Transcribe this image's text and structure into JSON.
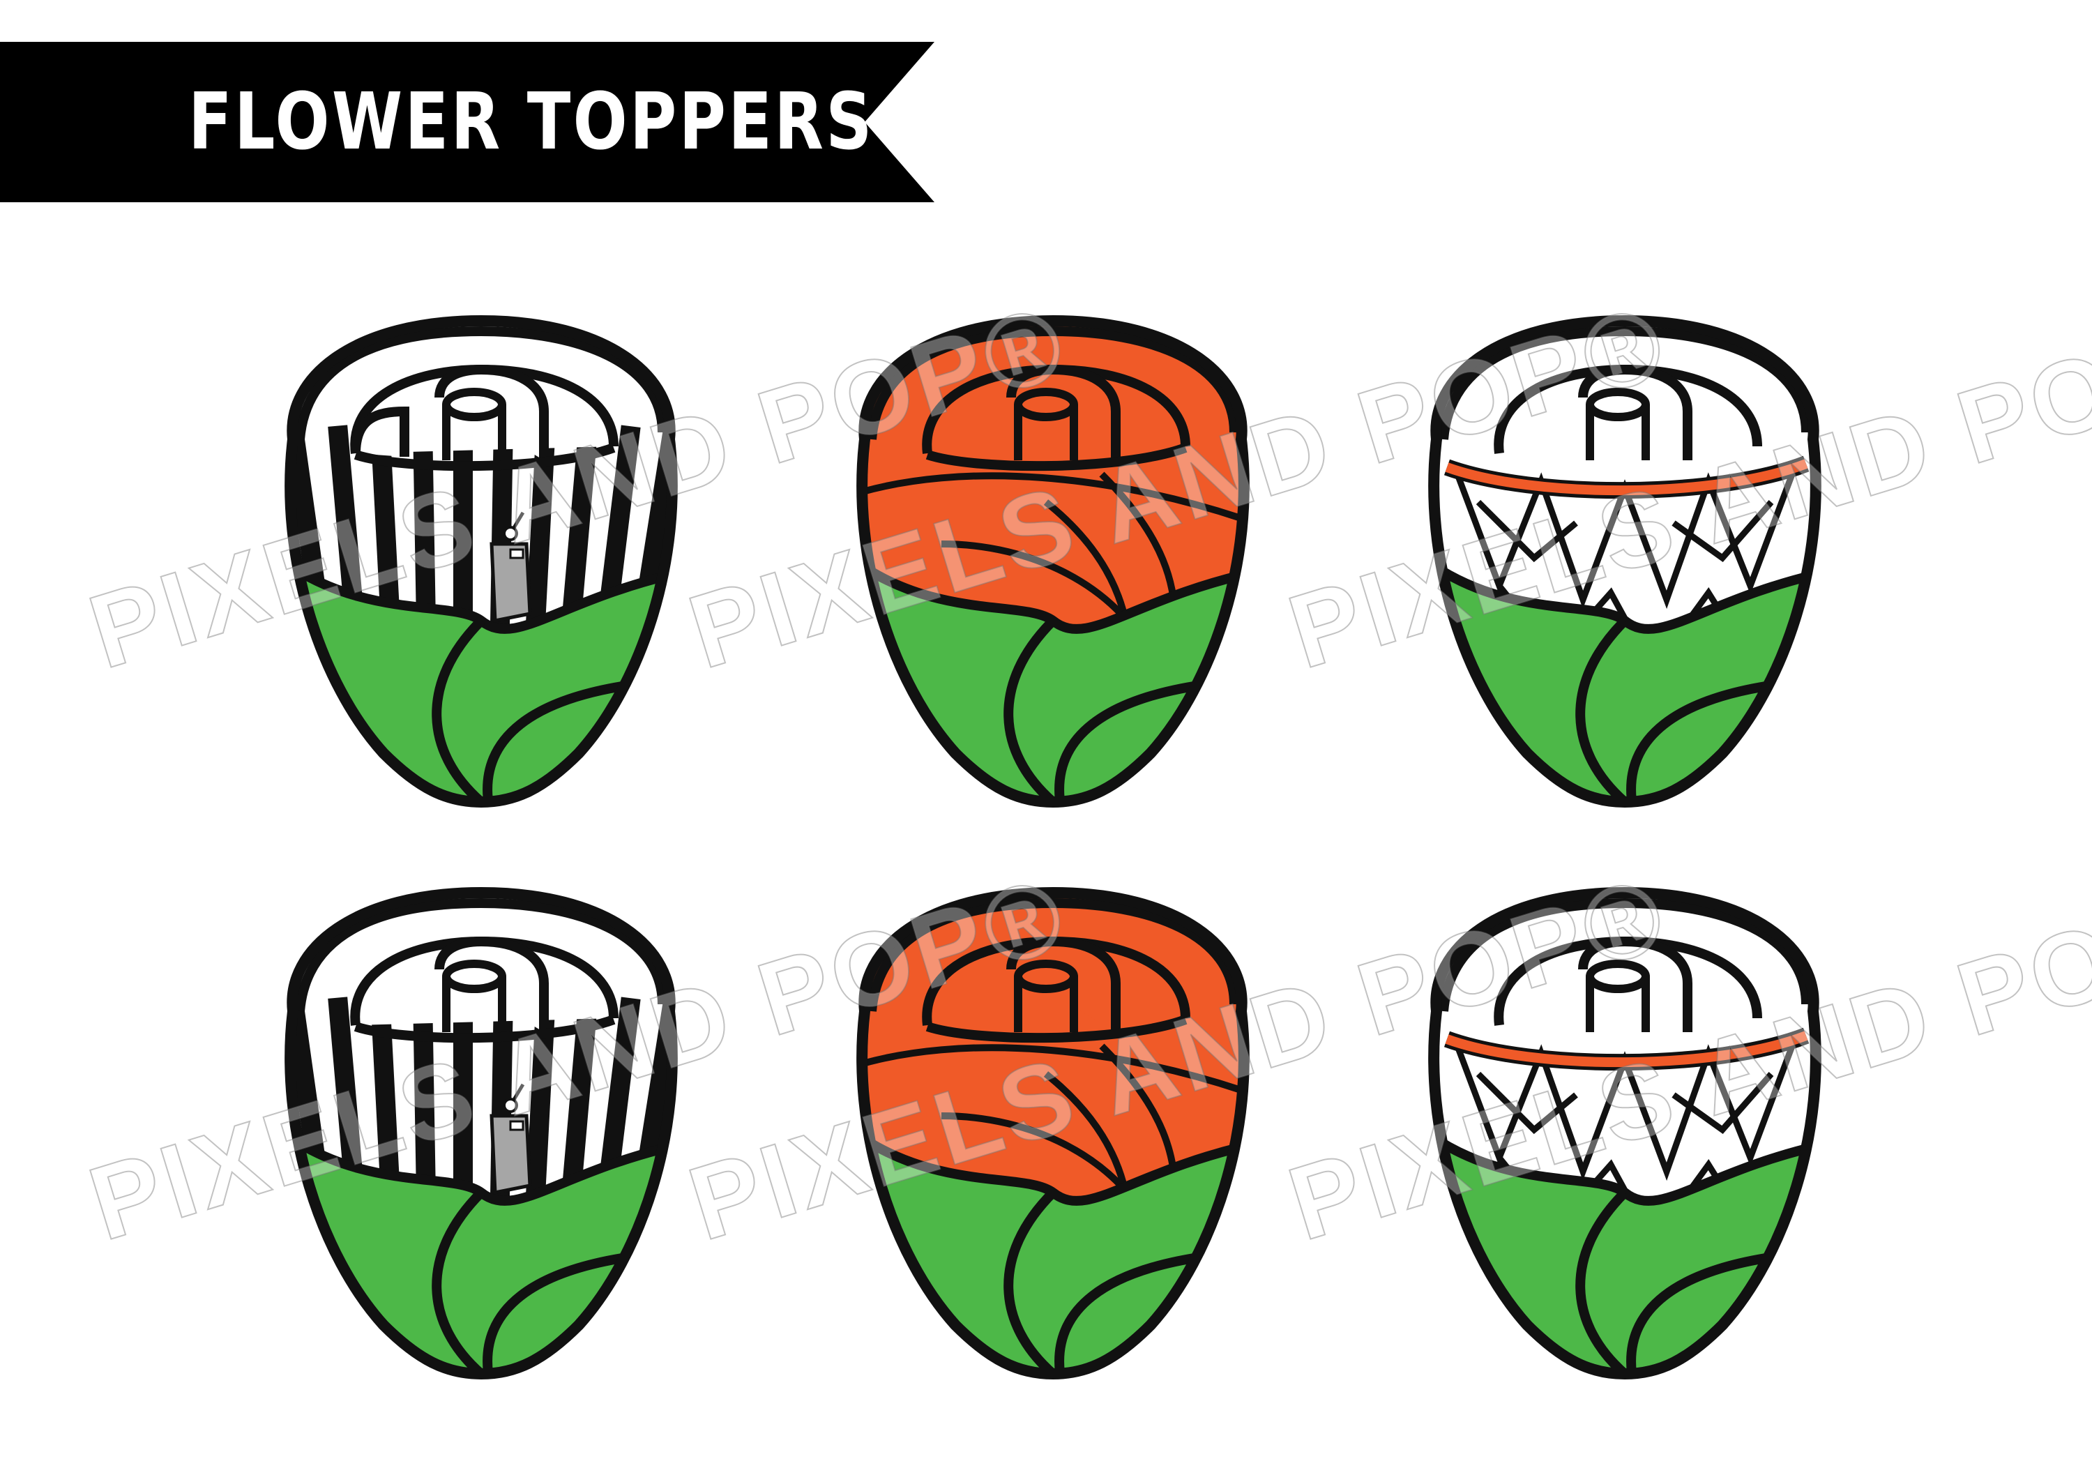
{
  "banner": {
    "title": "FLOWER TOPPERS"
  },
  "watermark": {
    "text": "PIXELS AND POP®"
  },
  "colors": {
    "outline": "#111111",
    "leaf_green": "#4db848",
    "ball_orange": "#f05a28",
    "rim_orange": "#f05a28",
    "whistle_gray": "#a6a6a6",
    "banner_black": "#000000",
    "background": "#ffffff"
  },
  "toppers": [
    {
      "design": "referee-stripes",
      "icon": "whistle-icon"
    },
    {
      "design": "basketball",
      "icon": "basketball-icon"
    },
    {
      "design": "basketball-net",
      "icon": "hoop-net-icon"
    },
    {
      "design": "referee-stripes",
      "icon": "whistle-icon"
    },
    {
      "design": "basketball",
      "icon": "basketball-icon"
    },
    {
      "design": "basketball-net",
      "icon": "hoop-net-icon"
    }
  ]
}
